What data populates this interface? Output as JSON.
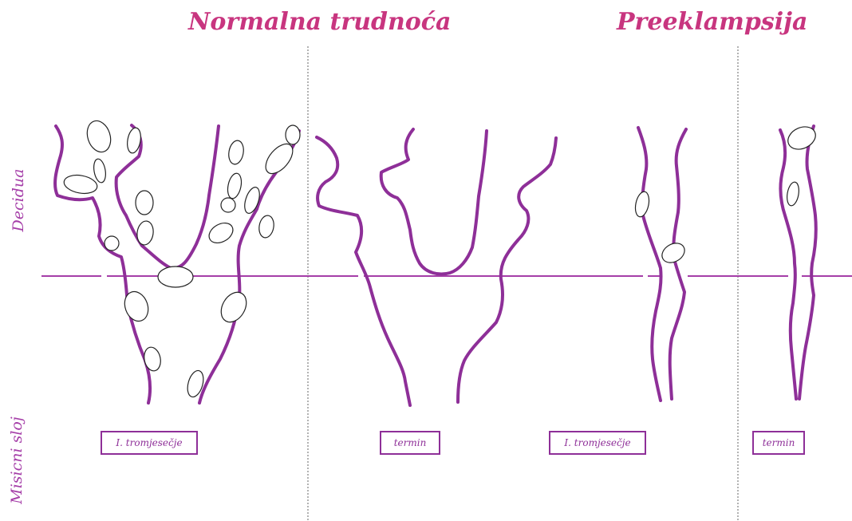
{
  "headings": {
    "normal": "Normalna trudnoća",
    "preeclampsia": "Preeklampsija"
  },
  "side_labels": {
    "upper": "Decidua",
    "lower": "Misicni sloj"
  },
  "stage_labels": {
    "normal_first": "I. tromjesečje",
    "normal_term": "termin",
    "pre_first": "I. tromjesečje",
    "pre_term": "termin"
  },
  "colors": {
    "heading": "#c8357f",
    "vessel": "#8e2f98",
    "label": "#a53ea8"
  }
}
